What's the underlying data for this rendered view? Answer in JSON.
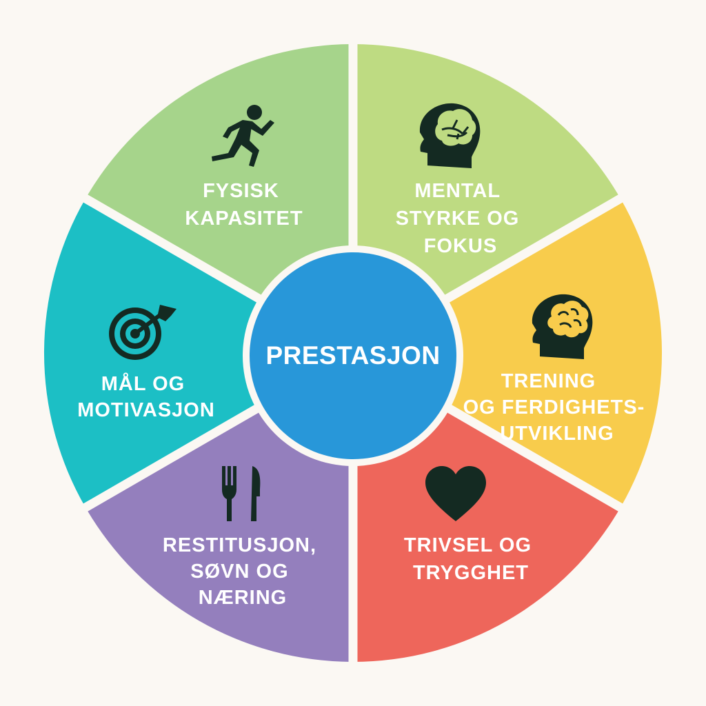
{
  "center": {
    "label": "PRESTASJON",
    "color": "#2897d9",
    "text_color": "#ffffff"
  },
  "segments": [
    {
      "id": "fysisk",
      "lines": [
        "FYSISK",
        "KAPASITET"
      ],
      "color": "#a6d48b",
      "text_color": "#ffffff",
      "icon": "runner-icon"
    },
    {
      "id": "mental",
      "lines": [
        "MENTAL",
        "STYRKE OG",
        "FOKUS"
      ],
      "color": "#bedb82",
      "text_color": "#ffffff",
      "icon": "brain-head-icon"
    },
    {
      "id": "trening",
      "lines": [
        "TRENING",
        "OG FERDIGHETS-",
        "UTVIKLING"
      ],
      "color": "#f8cc4c",
      "text_color": "#ffffff",
      "icon": "brain-head-icon"
    },
    {
      "id": "trivsel",
      "lines": [
        "TRIVSEL OG",
        "TRYGGHET"
      ],
      "color": "#ee665b",
      "text_color": "#ffffff",
      "icon": "heart-icon"
    },
    {
      "id": "restitusjon",
      "lines": [
        "RESTITUSJON,",
        "SØVN OG",
        "NÆRING"
      ],
      "color": "#947fbd",
      "text_color": "#ffffff",
      "icon": "fork-knife-icon"
    },
    {
      "id": "maal",
      "lines": [
        "MÅL OG",
        "MOTIVASJON"
      ],
      "color": "#1cbfc5",
      "text_color": "#ffffff",
      "icon": "target-arrow-icon"
    }
  ],
  "icon_color": "#142a22",
  "divider_color": "#fbf8f3"
}
